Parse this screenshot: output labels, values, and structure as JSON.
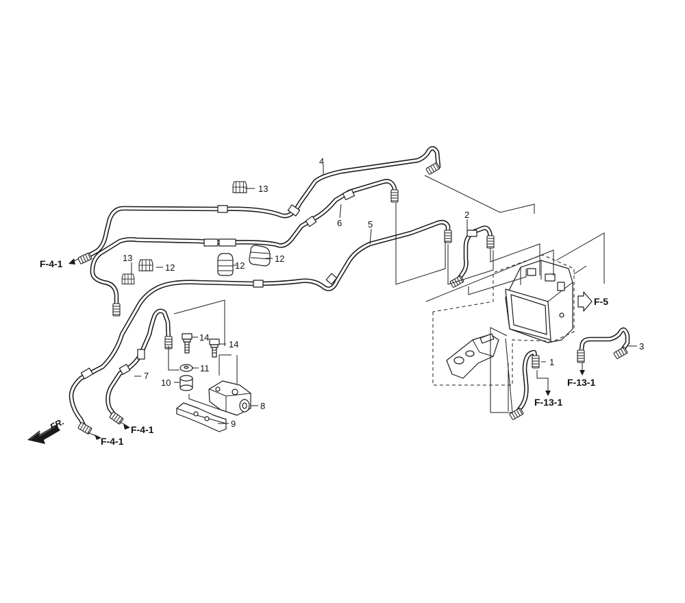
{
  "diagram": {
    "direction_marker": "FR.",
    "callouts": [
      {
        "id": "c1",
        "text": "1"
      },
      {
        "id": "c2",
        "text": "2"
      },
      {
        "id": "c3",
        "text": "3"
      },
      {
        "id": "c4",
        "text": "4"
      },
      {
        "id": "c5",
        "text": "5"
      },
      {
        "id": "c6",
        "text": "6"
      },
      {
        "id": "c7",
        "text": "7"
      },
      {
        "id": "c8",
        "text": "8"
      },
      {
        "id": "c9",
        "text": "9"
      },
      {
        "id": "c10",
        "text": "10"
      },
      {
        "id": "c11",
        "text": "11"
      },
      {
        "id": "c12a",
        "text": "12"
      },
      {
        "id": "c12b",
        "text": "12"
      },
      {
        "id": "c12c",
        "text": "12"
      },
      {
        "id": "c13a",
        "text": "13"
      },
      {
        "id": "c13b",
        "text": "13"
      },
      {
        "id": "c14a",
        "text": "14"
      },
      {
        "id": "c14b",
        "text": "14"
      }
    ],
    "references": [
      {
        "id": "r1",
        "text": "F-4-1"
      },
      {
        "id": "r2",
        "text": "F-4-1"
      },
      {
        "id": "r3",
        "text": "F-4-1"
      },
      {
        "id": "r4",
        "text": "F-5"
      },
      {
        "id": "r5",
        "text": "F-13-1"
      },
      {
        "id": "r6",
        "text": "F-13-1"
      }
    ]
  }
}
